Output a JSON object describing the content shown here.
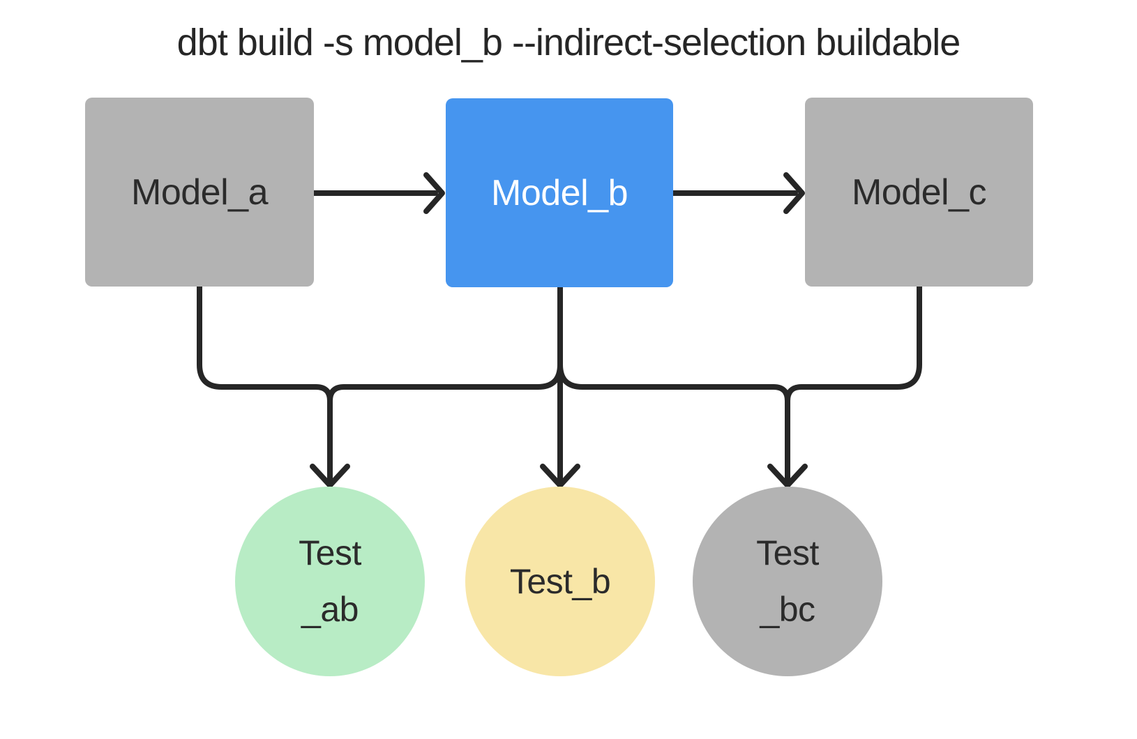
{
  "title": "dbt build -s model_b --indirect-selection buildable",
  "colors": {
    "background": "#ffffff",
    "edge": "#262626",
    "ink": "#2b2b2b",
    "selected_blue": "#4695ef",
    "neutral_gray": "#b3b3b3",
    "test_green": "#b8ecc5",
    "test_yellow": "#f8e6a7"
  },
  "nodes": {
    "model_a": {
      "label": "Model_a",
      "shape": "rect",
      "fill": "#b3b3b3",
      "text_color": "#2b2b2b"
    },
    "model_b": {
      "label": "Model_b",
      "shape": "rect",
      "fill": "#4695ef",
      "text_color": "#ffffff",
      "selected": true
    },
    "model_c": {
      "label": "Model_c",
      "shape": "rect",
      "fill": "#b3b3b3",
      "text_color": "#2b2b2b"
    },
    "test_ab": {
      "line1": "Test",
      "line2": "_ab",
      "shape": "circle",
      "fill": "#b8ecc5",
      "text_color": "#2b2b2b"
    },
    "test_b": {
      "label": "Test_b",
      "shape": "circle",
      "fill": "#f8e6a7",
      "text_color": "#2b2b2b"
    },
    "test_bc": {
      "line1": "Test",
      "line2": "_bc",
      "shape": "circle",
      "fill": "#b3b3b3",
      "text_color": "#2b2b2b"
    }
  },
  "edges": [
    {
      "from": "model_a",
      "to": "model_b"
    },
    {
      "from": "model_b",
      "to": "model_c"
    },
    {
      "from": "model_a",
      "to": "test_ab"
    },
    {
      "from": "model_b",
      "to": "test_ab"
    },
    {
      "from": "model_b",
      "to": "test_b"
    },
    {
      "from": "model_b",
      "to": "test_bc"
    },
    {
      "from": "model_c",
      "to": "test_bc"
    }
  ]
}
